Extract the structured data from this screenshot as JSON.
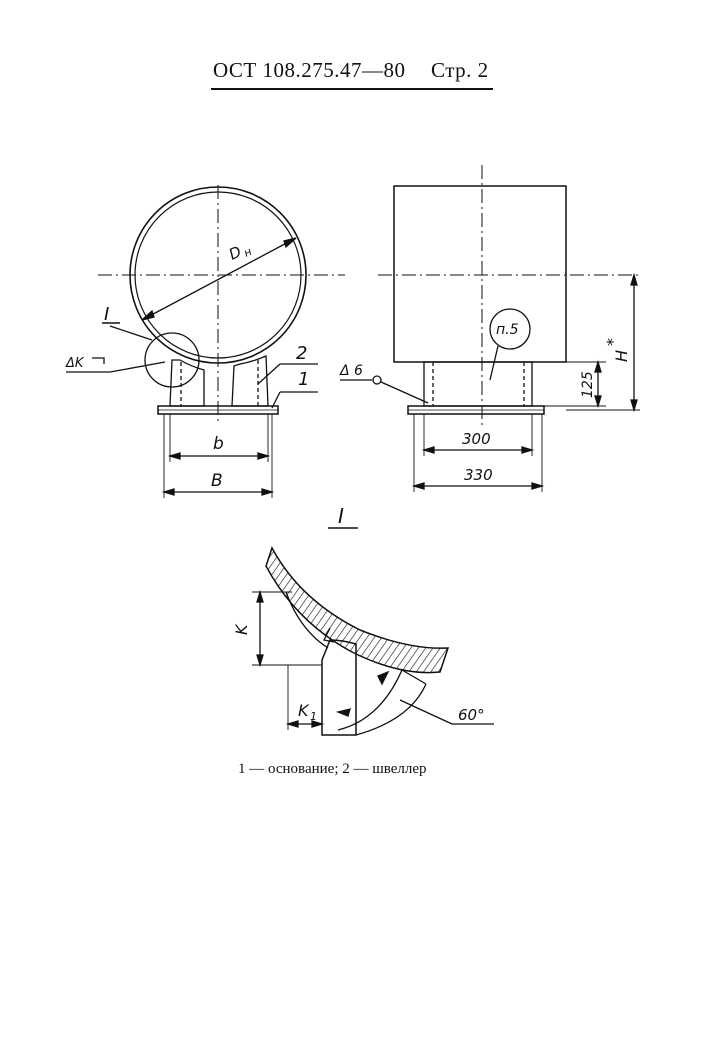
{
  "header": {
    "doc_number": "ОСТ 108.275.47—80",
    "page_label": "Стр. 2"
  },
  "labels": {
    "dn": "D",
    "dn_sub": "н",
    "view_mark": "I",
    "weld_k": "ΔK",
    "part_2": "2",
    "part_1": "1",
    "dim_b": "b",
    "dim_B": "B",
    "weld_6": "Δ 6",
    "note_p5": "п.5",
    "dim_125": "125",
    "dim_h": "H",
    "dim_h_star": "*",
    "dim_300": "300",
    "dim_330": "330",
    "detail_mark": "I",
    "detail_k": "K",
    "detail_k1": "K",
    "detail_k1_sub": "1",
    "detail_angle": "60°"
  },
  "legend": {
    "text": "1 — основание;  2 — швеллер"
  }
}
